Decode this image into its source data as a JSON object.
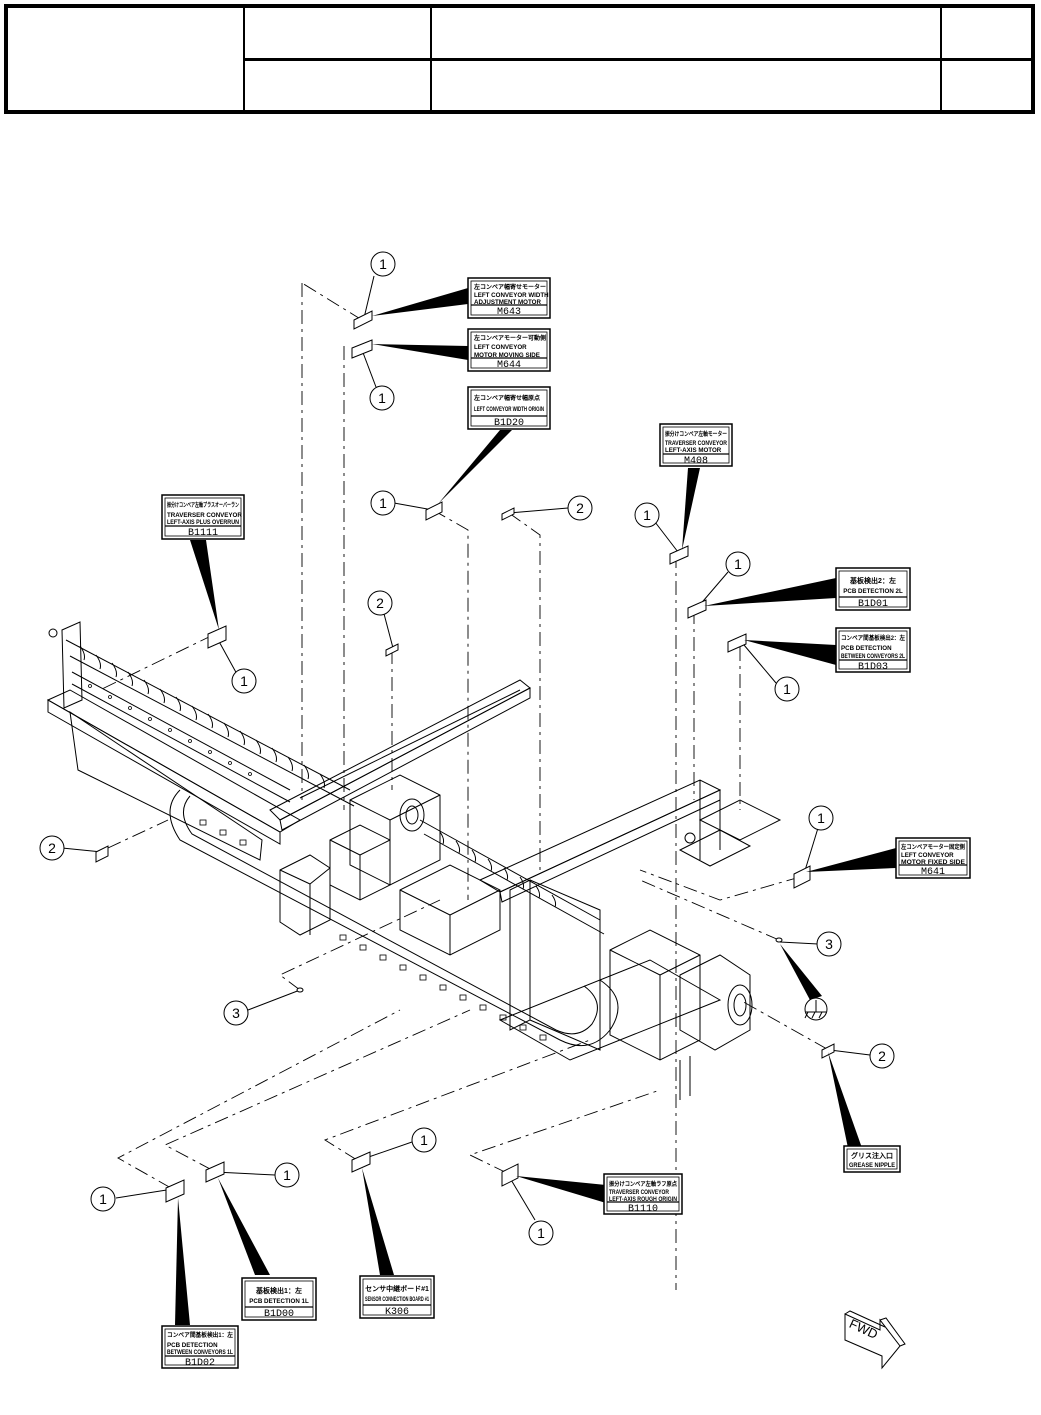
{
  "title_block": {
    "cells": [
      "",
      "",
      "",
      "",
      "",
      "",
      ""
    ]
  },
  "labels": [
    {
      "id": "M643",
      "jp": "左コンベア幅寄せモーター",
      "en": [
        "LEFT CONVEYOR WIDTH",
        "ADJUSTMENT MOTOR"
      ],
      "code": "M643",
      "callout": "1"
    },
    {
      "id": "M644",
      "jp": "左コンベアモーター可動側",
      "en": [
        "LEFT CONVEYOR",
        "MOTOR MOVING SIDE"
      ],
      "code": "M644",
      "callout": "1"
    },
    {
      "id": "B1D20",
      "jp": "左コンベア幅寄せ幅原点",
      "en": [
        "LEFT CONVEYOR WIDTH ORIGIN"
      ],
      "code": "B1D20",
      "callout": "1"
    },
    {
      "id": "B1111",
      "jp": "振分けコンベア左軸プラスオーバーラン",
      "en": [
        "TRAVERSER CONVEYOR",
        "LEFT-AXIS PLUS OVERRUN"
      ],
      "code": "B1111",
      "callout": "1"
    },
    {
      "id": "M408",
      "jp": "振分けコンベア左軸モーター",
      "en": [
        "TRAVERSER CONVEYOR",
        "LEFT-AXIS MOTOR"
      ],
      "code": "M408",
      "callout": "1"
    },
    {
      "id": "B1D01",
      "jp": "基板検出2：左",
      "en": [
        "PCB DETECTION 2L"
      ],
      "code": "B1D01",
      "callout": "1"
    },
    {
      "id": "B1D03",
      "jp": "コンベア間基板検出2：左",
      "en": [
        "PCB DETECTION",
        "BETWEEN CONVEYORS 2L"
      ],
      "code": "B1D03",
      "callout": "1"
    },
    {
      "id": "M641",
      "jp": "左コンベアモーター固定側",
      "en": [
        "LEFT CONVEYOR",
        "MOTOR FIXED SIDE"
      ],
      "code": "M641",
      "callout": "1"
    },
    {
      "id": "GREASE",
      "jp": "グリス注入口",
      "en": [
        "GREASE NIPPLE"
      ],
      "code": "",
      "callout": "2"
    },
    {
      "id": "B1110",
      "jp": "振分けコンベア左軸ラフ原点",
      "en": [
        "TRAVERSER CONVEYOR",
        "LEFT-AXIS ROUGH ORIGIN"
      ],
      "code": "B1110",
      "callout": "1"
    },
    {
      "id": "B1D00",
      "jp": "基板検出1：左",
      "en": [
        "PCB DETECTION 1L"
      ],
      "code": "B1D00",
      "callout": "1"
    },
    {
      "id": "K306",
      "jp": "センサ中継ボード#1",
      "en": [
        "SENSOR CONNECTION BOARD #1"
      ],
      "code": "K306",
      "callout": "1"
    },
    {
      "id": "B1D02",
      "jp": "コンベア間基板検出1：左",
      "en": [
        "PCB DETECTION",
        "BETWEEN CONVEYORS 1L"
      ],
      "code": "B1D02",
      "callout": "1"
    }
  ],
  "callouts": [
    {
      "num": "1",
      "target": "M643"
    },
    {
      "num": "1",
      "target": "M644"
    },
    {
      "num": "1",
      "target": "B1D20"
    },
    {
      "num": "2",
      "target": "upper-center-plate"
    },
    {
      "num": "1",
      "target": "M408"
    },
    {
      "num": "1",
      "target": "B1D01"
    },
    {
      "num": "1",
      "target": "B1D03"
    },
    {
      "num": "1",
      "target": "B1111"
    },
    {
      "num": "2",
      "target": "center-plate"
    },
    {
      "num": "2",
      "target": "left-plate"
    },
    {
      "num": "1",
      "target": "M641"
    },
    {
      "num": "3",
      "target": "right-grease-point"
    },
    {
      "num": "3",
      "target": "left-grease-point"
    },
    {
      "num": "2",
      "target": "GREASE"
    },
    {
      "num": "1",
      "target": "B1D00"
    },
    {
      "num": "1",
      "target": "K306"
    },
    {
      "num": "1",
      "target": "B1D02"
    },
    {
      "num": "1",
      "target": "B1110"
    }
  ],
  "direction_marker": {
    "text": "FWD"
  },
  "ground_symbol": {
    "name": "ground-icon"
  }
}
